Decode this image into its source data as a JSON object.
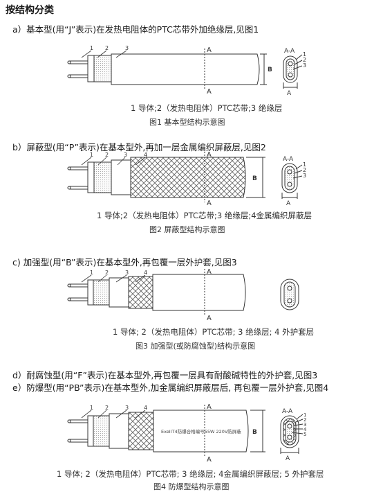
{
  "title": "按结构分类",
  "sections": [
    {
      "heading": "a）基本型(用“J”表示)在发热电阻体的PTC芯带外加绝缘层,见图1",
      "numbers": [
        "1",
        "2",
        "3"
      ],
      "description": "1 导体;2（发热电阻体）PTC芯带;3 绝缘层",
      "caption": "图1 基本型结构示意图",
      "cs_numbers": [
        "1",
        "2",
        "3"
      ]
    },
    {
      "heading": "b）屏蔽型(用“P”表示)在基本型外,再加一层金属编织屏蔽层,见图2",
      "numbers": [
        "1",
        "2",
        "3",
        "4"
      ],
      "description": "1 导体;2（发热电阻体）PTC芯带;3 绝缘层;4金属编织屏蔽层",
      "caption": "图2 屏蔽型结构示意图",
      "cs_numbers": [
        "1",
        "2",
        "3"
      ]
    },
    {
      "heading": "c) 加强型(用“B”表示)在基本型外,再包覆一层外护套,见图3",
      "numbers": [
        "1",
        "2",
        "3",
        "4"
      ],
      "description": "1 导体; 2（发热电阻体）PTC芯带; 3 绝缘层; 4 外护套层",
      "caption": "图3 加强型(或防腐蚀型)结构示意图"
    },
    {
      "heading": "d）耐腐蚀型(用“F”表示)在基本型外,再包覆一层具有耐酸碱特性的外护套,见图3",
      "heading2": "e）防爆型(用“PB”表示)在基本型外,加金属编织屏蔽层后, 再包覆一层外护套,见图4",
      "numbers": [
        "1",
        "2",
        "3",
        "4"
      ],
      "jacket_text": "ExeIIT4防爆合格编号55W 220V防屏蔽",
      "description": "1 导体; 2（发热电阻体）PTC芯带; 3 绝缘层; 4金属编织屏蔽层; 5 外护套层",
      "caption": "图4 防爆型结构示意图",
      "cs_numbers": [
        "1",
        "2",
        "3",
        "4",
        "5"
      ]
    }
  ],
  "marks": {
    "section": "A",
    "section_pair": "A-A",
    "width": "B"
  }
}
